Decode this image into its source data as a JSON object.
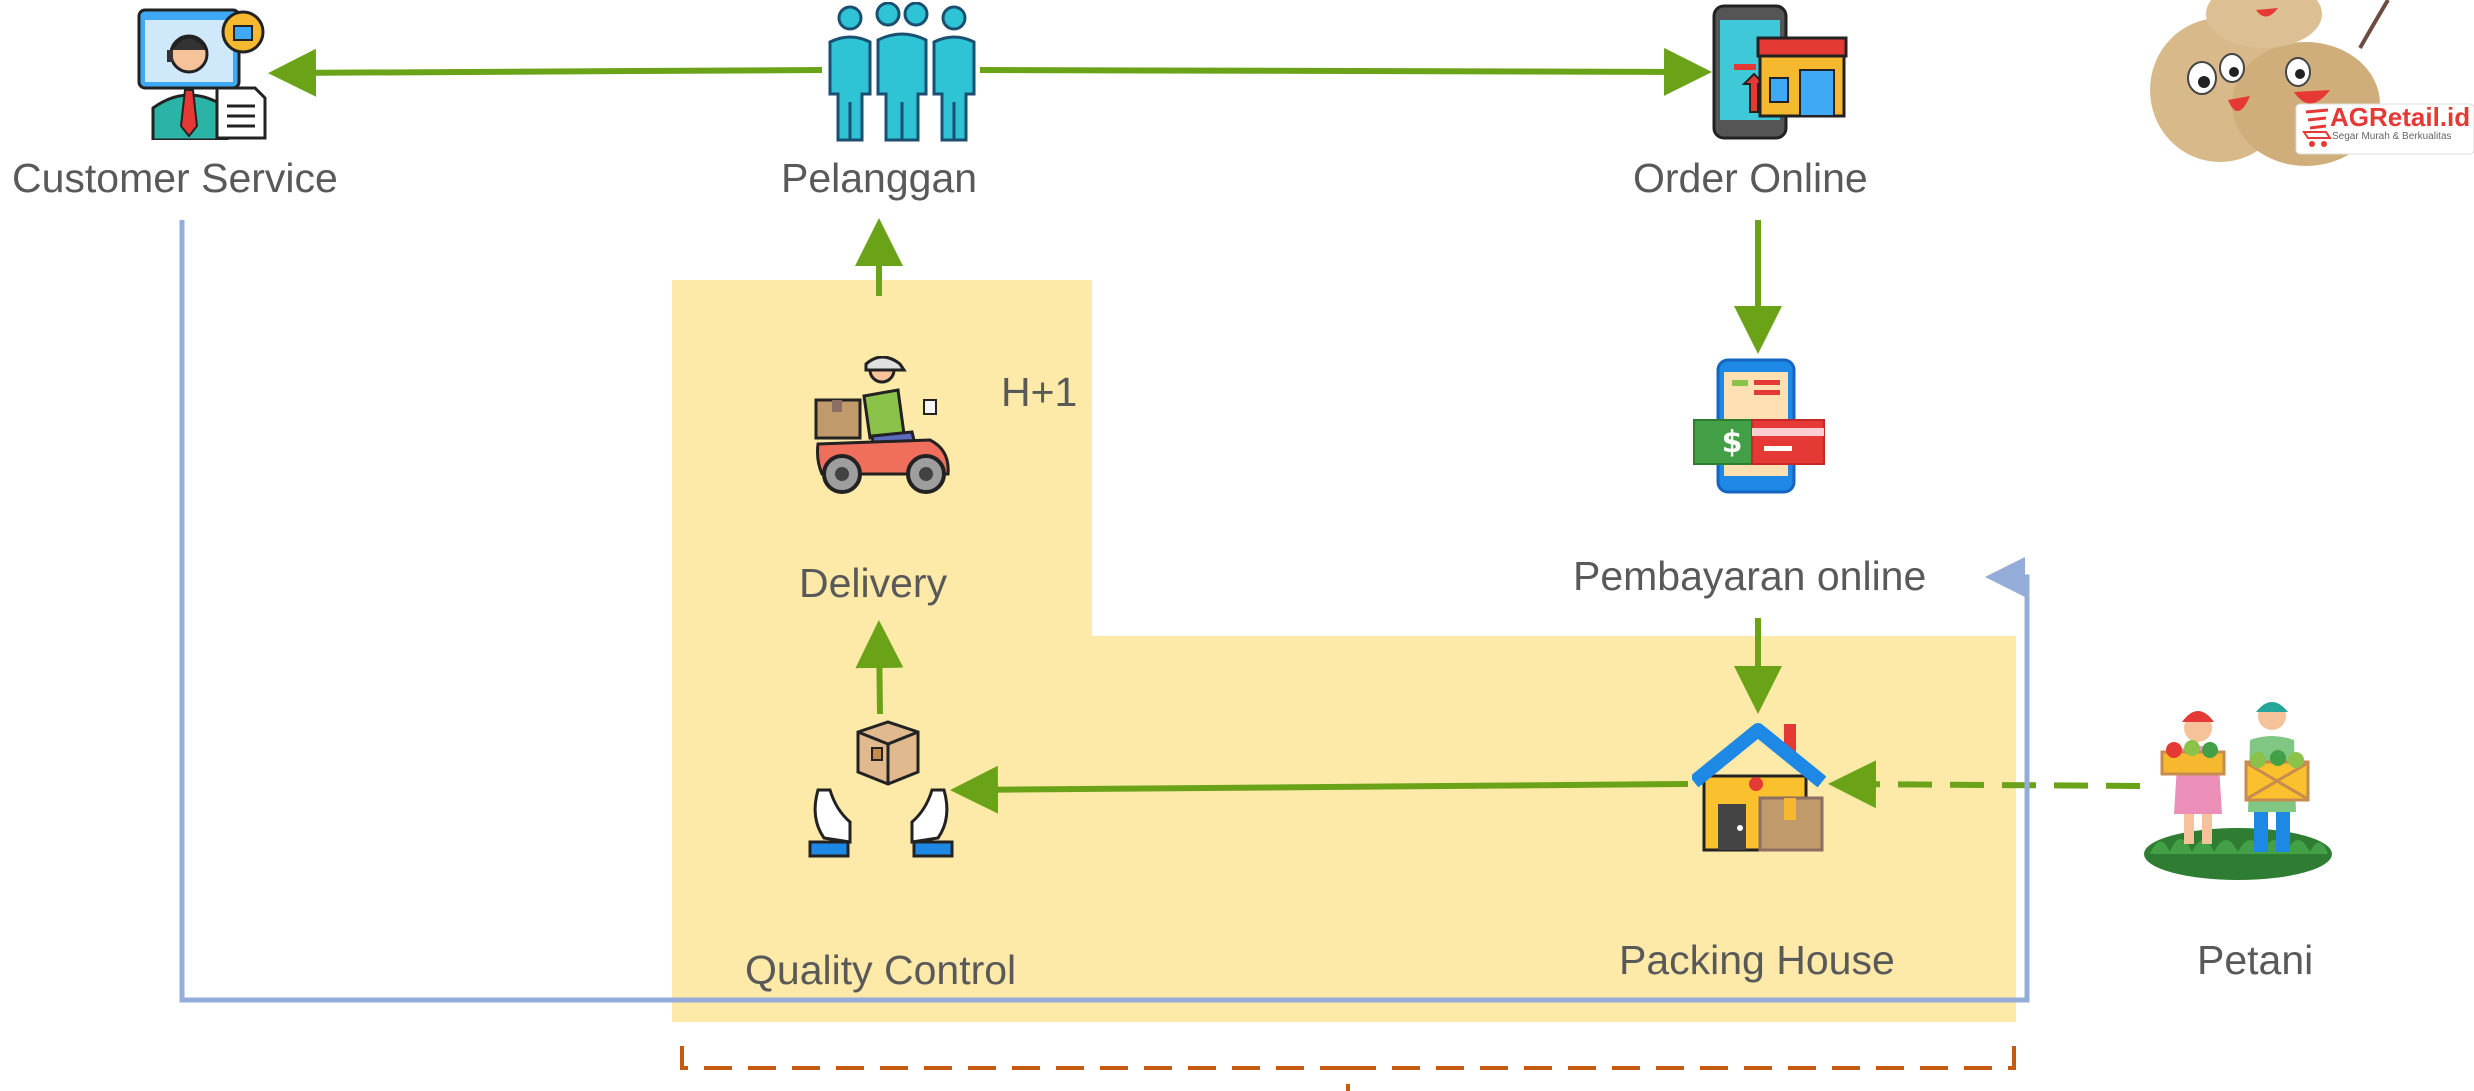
{
  "nodes": {
    "customer_service": {
      "label": "Customer Service",
      "icon": "customer-service-agent-icon"
    },
    "pelanggan": {
      "label": "Pelanggan",
      "icon": "customers-group-icon"
    },
    "order_online": {
      "label": "Order Online",
      "icon": "online-store-phone-icon"
    },
    "pembayaran_online": {
      "label": "Pembayaran online",
      "icon": "mobile-payment-icon"
    },
    "packing_house": {
      "label": "Packing House",
      "icon": "packing-house-icon"
    },
    "quality_control": {
      "label": "Quality Control",
      "icon": "package-in-hands-icon"
    },
    "delivery": {
      "label": "Delivery",
      "icon": "delivery-scooter-icon"
    },
    "petani": {
      "label": "Petani",
      "icon": "farmers-icon"
    }
  },
  "annotations": {
    "delivery_time": "H+1"
  },
  "logo": {
    "brand": "AGRetail.id",
    "tagline": "Segar Murah & Berkualitas",
    "icon": "potato-mascot-logo"
  },
  "colors": {
    "flow_arrow": "#6aa318",
    "feedback_line": "#93acd8",
    "process_area": "#fde9a8",
    "brace": "#c55a11",
    "label_text": "#595959"
  }
}
